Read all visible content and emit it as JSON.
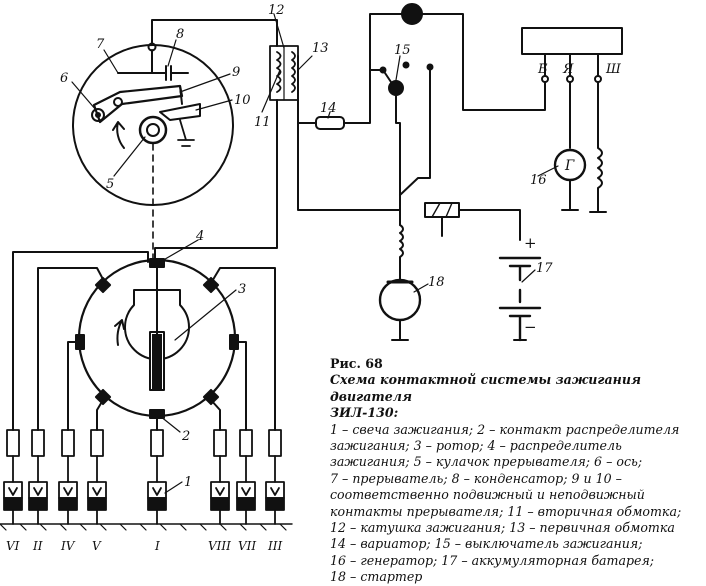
{
  "callouts": [
    "1",
    "2",
    "3",
    "4",
    "5",
    "6",
    "7",
    "8",
    "9",
    "10",
    "11",
    "12",
    "13",
    "14",
    "15",
    "16",
    "17",
    "18"
  ],
  "cylinders": [
    "VI",
    "II",
    "IV",
    "V",
    "I",
    "VIII",
    "VII",
    "III"
  ],
  "regulator_terminals": [
    "Б",
    "Я",
    "Ш"
  ],
  "generator_symbol": "Г",
  "battery_signs": {
    "plus": "+",
    "minus": "−"
  },
  "caption": {
    "figure": "Рис. 68",
    "title_line1": "Схема контактной системы зажигания двигателя",
    "title_line2": "ЗИЛ-130:",
    "legend": [
      "1 – свеча зажигания; 2 – контакт распределителя",
      "зажигания; 3 – ротор; 4 – распределитель",
      "зажигания; 5 – кулачок прерывателя; 6 – ось;",
      "7 – прерыватель; 8 – конденсатор; 9 и 10 –",
      "соответственно подвижный и неподвижный",
      "контакты прерывателя; 11 – вторичная обмотка;",
      "12 – катушка зажигания; 13 – первичная обмотка",
      "14 – вариатор; 15 – выключатель зажигания;",
      "16 – генератор; 17 – аккумуляторная батарея;",
      "18 – стартер"
    ]
  }
}
